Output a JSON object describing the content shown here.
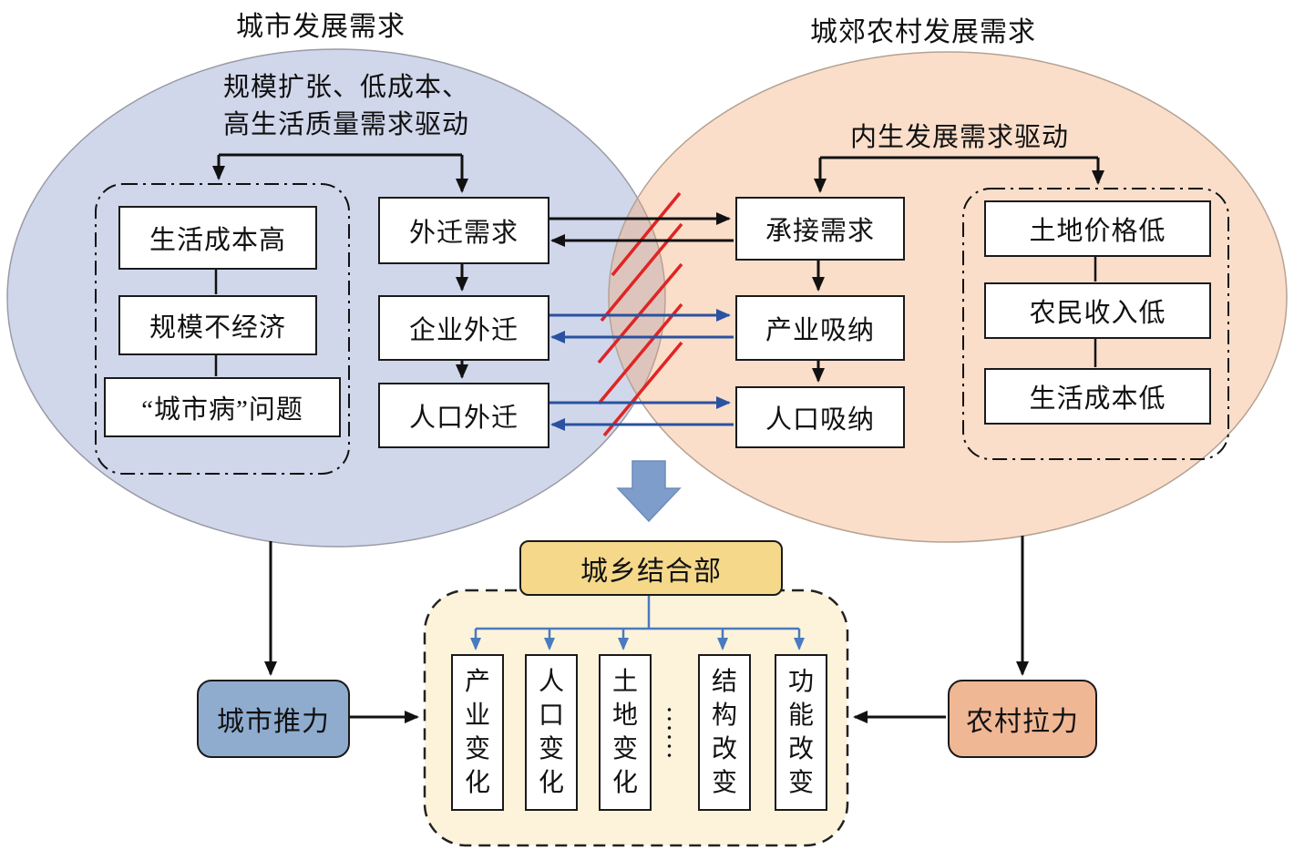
{
  "left_region": {
    "title": "城市发展需求",
    "driver_line1": "规模扩张、低成本、",
    "driver_line2": "高生活质量需求驱动",
    "factors": [
      "生活成本高",
      "规模不经济",
      "“城市病”问题"
    ],
    "flows": [
      "外迁需求",
      "企业外迁",
      "人口外迁"
    ]
  },
  "right_region": {
    "title": "城郊农村发展需求",
    "driver": "内生发展需求驱动",
    "flows": [
      "承接需求",
      "产业吸纳",
      "人口吸纳"
    ],
    "factors": [
      "土地价格低",
      "农民收入低",
      "生活成本低"
    ]
  },
  "bottom": {
    "fringe": "城乡结合部",
    "changes": [
      "产业变化",
      "人口变化",
      "土地变化",
      "……",
      "结构改变",
      "功能改变"
    ],
    "push": "城市推力",
    "pull": "农村拉力"
  },
  "colors": {
    "left_ellipse": "#ccd3ea",
    "right_ellipse": "#fbe3d1",
    "fringe_box": "#f5d88a",
    "fringe_panel": "#fcf3da",
    "push_box": "#8faccf",
    "pull_box": "#f0b795",
    "flow_arrow_blue": "#2a52a0",
    "fan_arrow_blue": "#4a7abf",
    "hatch_red": "#e02424",
    "block_arrow": "#7e9dca"
  }
}
